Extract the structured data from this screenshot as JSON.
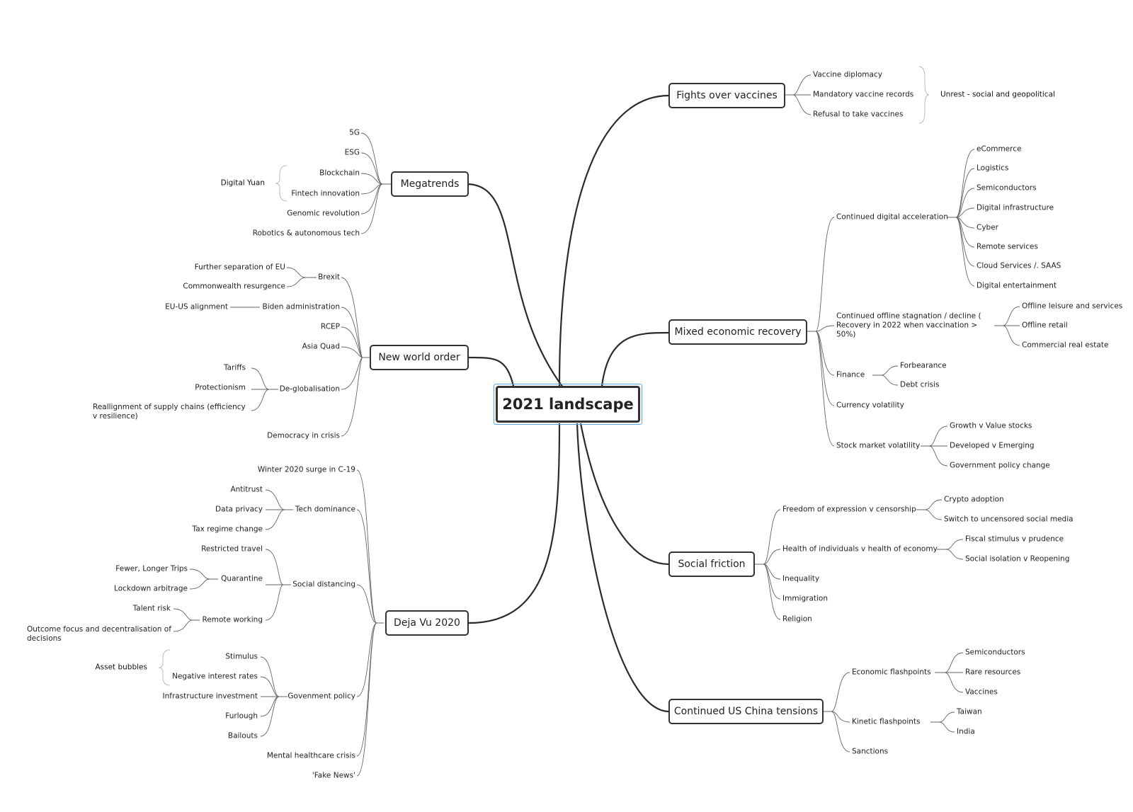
{
  "diagram": {
    "root": "2021 landscape",
    "branches": {
      "vaccines": {
        "title": "Fights over vaccines",
        "items": [
          "Vaccine diplomacy",
          "Mandatory vaccine records",
          "Refusal to take vaccines"
        ],
        "summary": "Unrest - social and geopolitical"
      },
      "megatrends": {
        "title": "Megatrends",
        "items": [
          "5G",
          "ESG",
          "Blockchain",
          "Fintech innovation",
          "Genomic revolution",
          "Robotics & autonomous tech"
        ],
        "summary": "Digital Yuan"
      },
      "nwo": {
        "title": "New world order",
        "brexit": "Brexit",
        "brexit_items": [
          "Further separation of EU",
          "Commonwealth resurgence"
        ],
        "biden": "Biden administration",
        "biden_items": [
          "EU-US alignment"
        ],
        "rcep": "RCEP",
        "quad": "Asia Quad",
        "deglob": "De-globalisation",
        "deglob_items": [
          "Tariffs",
          "Protectionism",
          "Reallignment of supply chains (efficiency v resilience)"
        ],
        "democracy": "Democracy in crisis"
      },
      "dejavu": {
        "title": "Deja Vu 2020",
        "winter": "Winter 2020 surge  in C-19",
        "tech": "Tech dominance",
        "tech_items": [
          "Antitrust",
          "Data privacy",
          "Tax regime change"
        ],
        "social": "Social distancing",
        "social_items": [
          "Restricted travel"
        ],
        "quarantine": "Quarantine",
        "quarantine_items": [
          "Fewer, Longer Trips",
          "Lockdown arbitrage"
        ],
        "remote": "Remote working",
        "remote_items": [
          "Talent risk",
          "Outcome focus and decentralisation of decisions"
        ],
        "gov": "Govenment policy",
        "gov_items": [
          "Stimulus",
          "Negative interest rates",
          "Infrastructure investment",
          "Furlough",
          "Bailouts"
        ],
        "asset": "Asset bubbles",
        "mental": "Mental healthcare crisis",
        "fake": "'Fake News'"
      },
      "recovery": {
        "title": "Mixed economic recovery",
        "digital": "Continued digital acceleration",
        "digital_items": [
          "eCommerce",
          "Logistics",
          "Semiconductors",
          "Digital infrastructure",
          "Cyber",
          "Remote services",
          "Cloud Services /. SAAS",
          "Digital entertainment"
        ],
        "offline": "Continued offline stagnation / decline ( Recovery in 2022 when vaccination > 50%)",
        "offline_items": [
          "Offline leisure and services",
          "Offline retail",
          "Commercial real estate"
        ],
        "finance": "Finance",
        "finance_items": [
          "Forbearance",
          "Debt crisis"
        ],
        "currency": "Currency volatility",
        "stock": "Stock market volatility",
        "stock_items": [
          "Growth v Value stocks",
          "Developed v Emerging",
          "Government policy change"
        ]
      },
      "social": {
        "title": "Social friction",
        "freedom": "Freedom of expression v censorship",
        "freedom_items": [
          "Crypto adoption",
          "Switch to uncensored social media"
        ],
        "health": "Health of individuals v health of economy",
        "health_items": [
          "Fiscal stimulus v prudence",
          "Social isolation v Reopening"
        ],
        "inequality": "Inequality",
        "immigration": "Immigration",
        "religion": "Religion"
      },
      "uschina": {
        "title": "Continued US China tensions",
        "econ": "Economic flashpoints",
        "econ_items": [
          "Semiconductors",
          "Rare resources",
          "Vaccines"
        ],
        "kinetic": "Kinetic flashpoints",
        "kinetic_items": [
          "Taiwan",
          "India"
        ],
        "sanctions": "Sanctions"
      }
    }
  }
}
